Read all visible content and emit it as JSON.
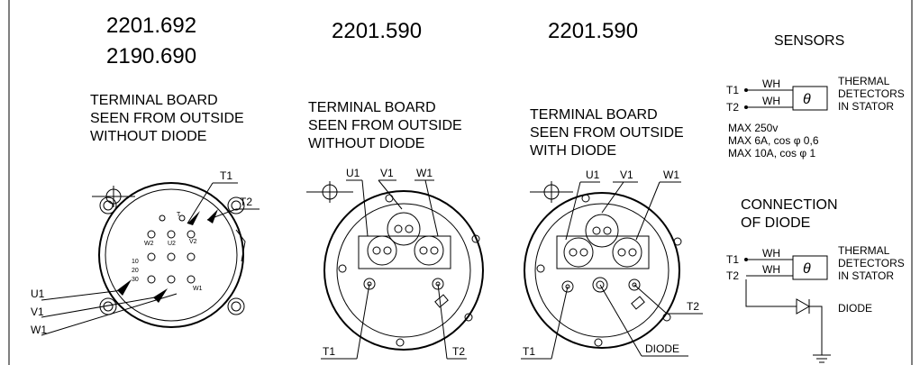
{
  "codes": {
    "col1_a": "2201.692",
    "col1_b": "2190.690",
    "col2": "2201.590",
    "col3": "2201.590",
    "sensors": "SENSORS"
  },
  "captions": {
    "col1": [
      "TERMINAL BOARD",
      "SEEN FROM OUTSIDE",
      "WITHOUT DIODE"
    ],
    "col2": [
      "TERMINAL BOARD",
      "SEEN FROM OUTSIDE",
      "WITHOUT DIODE"
    ],
    "col3": [
      "TERMINAL BOARD",
      "SEEN FROM OUTSIDE",
      "WITH DIODE"
    ]
  },
  "terminals": {
    "t1": "T1",
    "t2": "T2",
    "u1": "U1",
    "v1": "V1",
    "w1": "W1",
    "diode": "DIODE"
  },
  "board1_marks": {
    "u2": "U2",
    "v2": "V2",
    "w2": "W2",
    "w1": "W1",
    "t": "T",
    "side": [
      "10",
      "20",
      "30"
    ]
  },
  "sensors_panel": {
    "wire": "WH",
    "theta": "θ",
    "detector": [
      "THERMAL",
      "DETECTORS",
      "IN STATOR"
    ],
    "ratings": [
      "MAX 250v",
      "MAX 6A, cos φ 0,6",
      "MAX 10A, cos φ 1"
    ]
  },
  "connection": {
    "title": [
      "CONNECTION",
      "OF DIODE"
    ],
    "diode_label": "DIODE"
  }
}
